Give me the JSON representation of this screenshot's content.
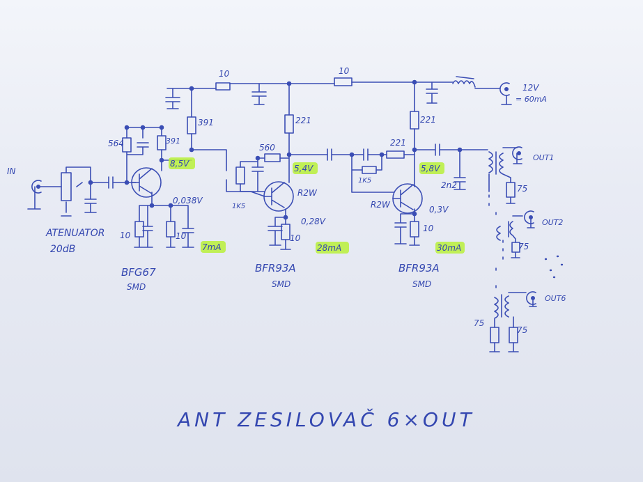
{
  "title": "ANT ZESILOVAČ 6×OUT",
  "colors": {
    "ink": "#3a4db4",
    "highlight": "#b8f03a",
    "paper": "#e8ebf4"
  },
  "supply": {
    "voltage": "12V",
    "current": "= 60mA"
  },
  "input": {
    "label": "IN",
    "attenuator": "ATENUATOR",
    "attenuation": "20dB"
  },
  "stages": [
    {
      "transistor": "BFG67",
      "package": "SMD",
      "collector_voltage": "8,5V",
      "emitter_voltage": "0,038V",
      "current": "7mA",
      "bias_resistor": "564",
      "collector_resistor": "391",
      "feed_resistor": "391",
      "emitter_resistor_1": "10",
      "emitter_resistor_2": "10"
    },
    {
      "transistor": "BFR93A",
      "package": "SMD",
      "collector_voltage": "5,4V",
      "emitter_voltage": "0,28V",
      "current": "28mA",
      "bias_resistor": "560",
      "base_resistor": "1K5",
      "marking": "R2W",
      "collector_resistor": "221",
      "emitter_resistor": "10"
    },
    {
      "transistor": "BFR93A",
      "package": "SMD",
      "collector_voltage": "5,8V",
      "emitter_voltage": "0,3V",
      "current": "30mA",
      "feedback_resistor": "221",
      "base_resistor": "1K5",
      "marking": "R2W",
      "collector_resistor": "221",
      "emitter_resistor": "10",
      "output_capacitor": "2n2"
    }
  ],
  "rail_resistors": [
    "10",
    "10"
  ],
  "outputs": [
    {
      "label": "OUT1",
      "termination": "75"
    },
    {
      "label": "OUT2",
      "termination": "75"
    },
    {
      "label": "OUT6",
      "termination": "75"
    }
  ],
  "primary_termination": "75"
}
